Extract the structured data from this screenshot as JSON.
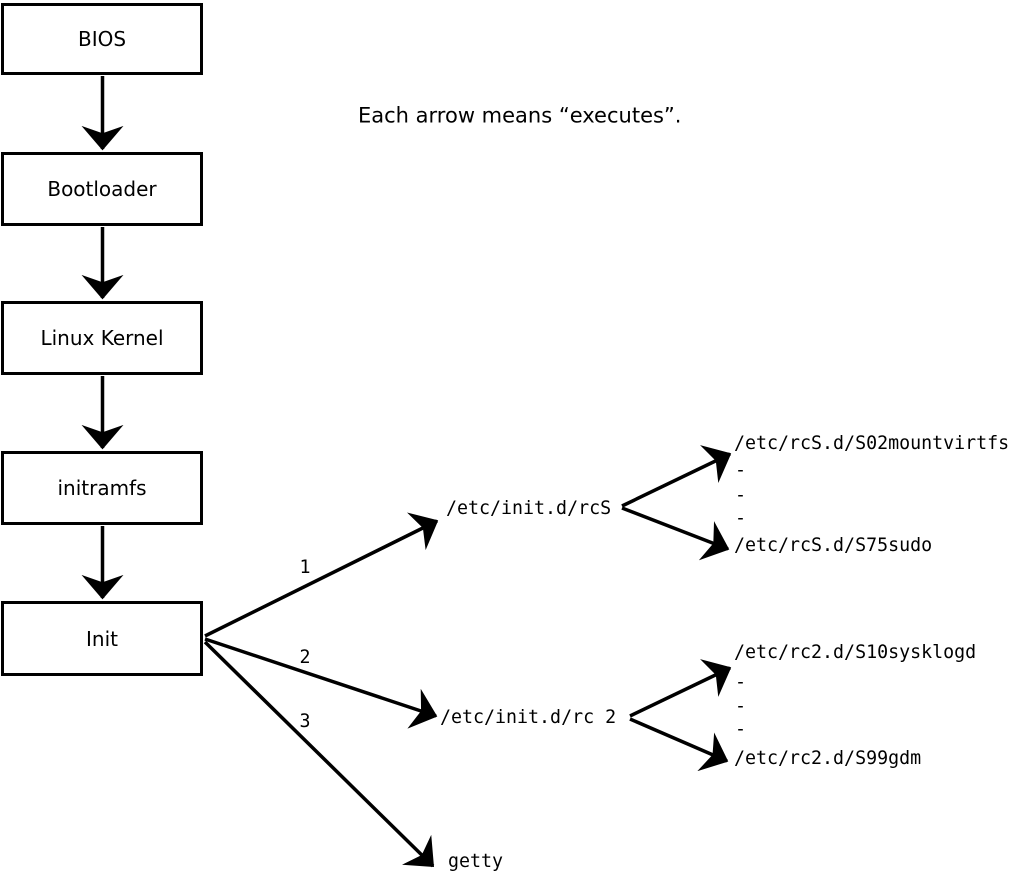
{
  "title_note": "Each arrow means “executes”.",
  "boxes": [
    {
      "label": "BIOS"
    },
    {
      "label": "Bootloader"
    },
    {
      "label": "Linux Kernel"
    },
    {
      "label": "initramfs"
    },
    {
      "label": "Init"
    }
  ],
  "branches": [
    {
      "order": "1",
      "target": "/etc/init.d/rcS"
    },
    {
      "order": "2",
      "target": "/etc/init.d/rc 2"
    },
    {
      "order": "3",
      "target": "getty"
    }
  ],
  "rcs_scripts": {
    "first": "/etc/rcS.d/S02mountvirtfs",
    "ellipsis": [
      "-",
      "-",
      "-"
    ],
    "last": "/etc/rcS.d/S75sudo"
  },
  "rc2_scripts": {
    "first": "/etc/rc2.d/S10sysklogd",
    "ellipsis": [
      "-",
      "-",
      "-"
    ],
    "last": "/etc/rc2.d/S99gdm"
  },
  "colors": {
    "ink": "#000000",
    "paper": "#ffffff"
  }
}
